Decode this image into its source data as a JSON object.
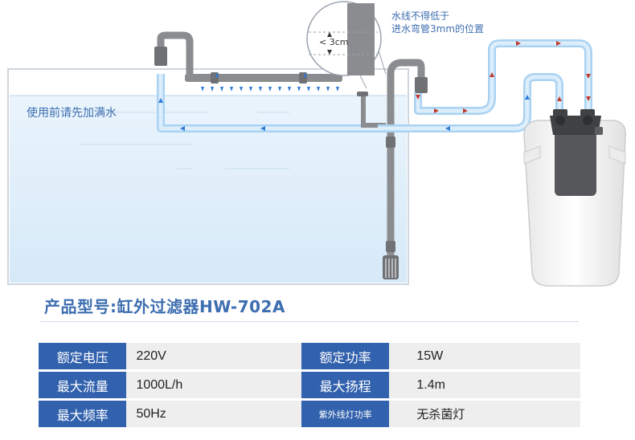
{
  "diagram": {
    "tank_label": "使用前请先加满水",
    "note_lines": [
      "水线不得低于",
      "进水弯管3mm的位置"
    ],
    "callout": "< 3cm"
  },
  "product": {
    "title": "产品型号:缸外过滤器HW-702A"
  },
  "specs": {
    "rows": [
      {
        "left_label": "额定电压",
        "left_value": "220V",
        "right_label": "额定功率",
        "right_value": "15W"
      },
      {
        "left_label": "最大流量",
        "left_value": "1000L/h",
        "right_label": "最大扬程",
        "right_value": "1.4m"
      },
      {
        "left_label": "最大频率",
        "left_value": "50Hz",
        "right_label": "紫外线灯功率",
        "right_value": "无杀菌灯"
      }
    ]
  },
  "colors": {
    "label_bg": "#3261ad",
    "value_bg": "#eeeeef",
    "accent_text": "#3d6eb0",
    "water": "#dfeefa",
    "pipe_grey": "#8a8c8f",
    "flow_red": "#c0392b",
    "flow_blue": "#2f7bd6"
  }
}
